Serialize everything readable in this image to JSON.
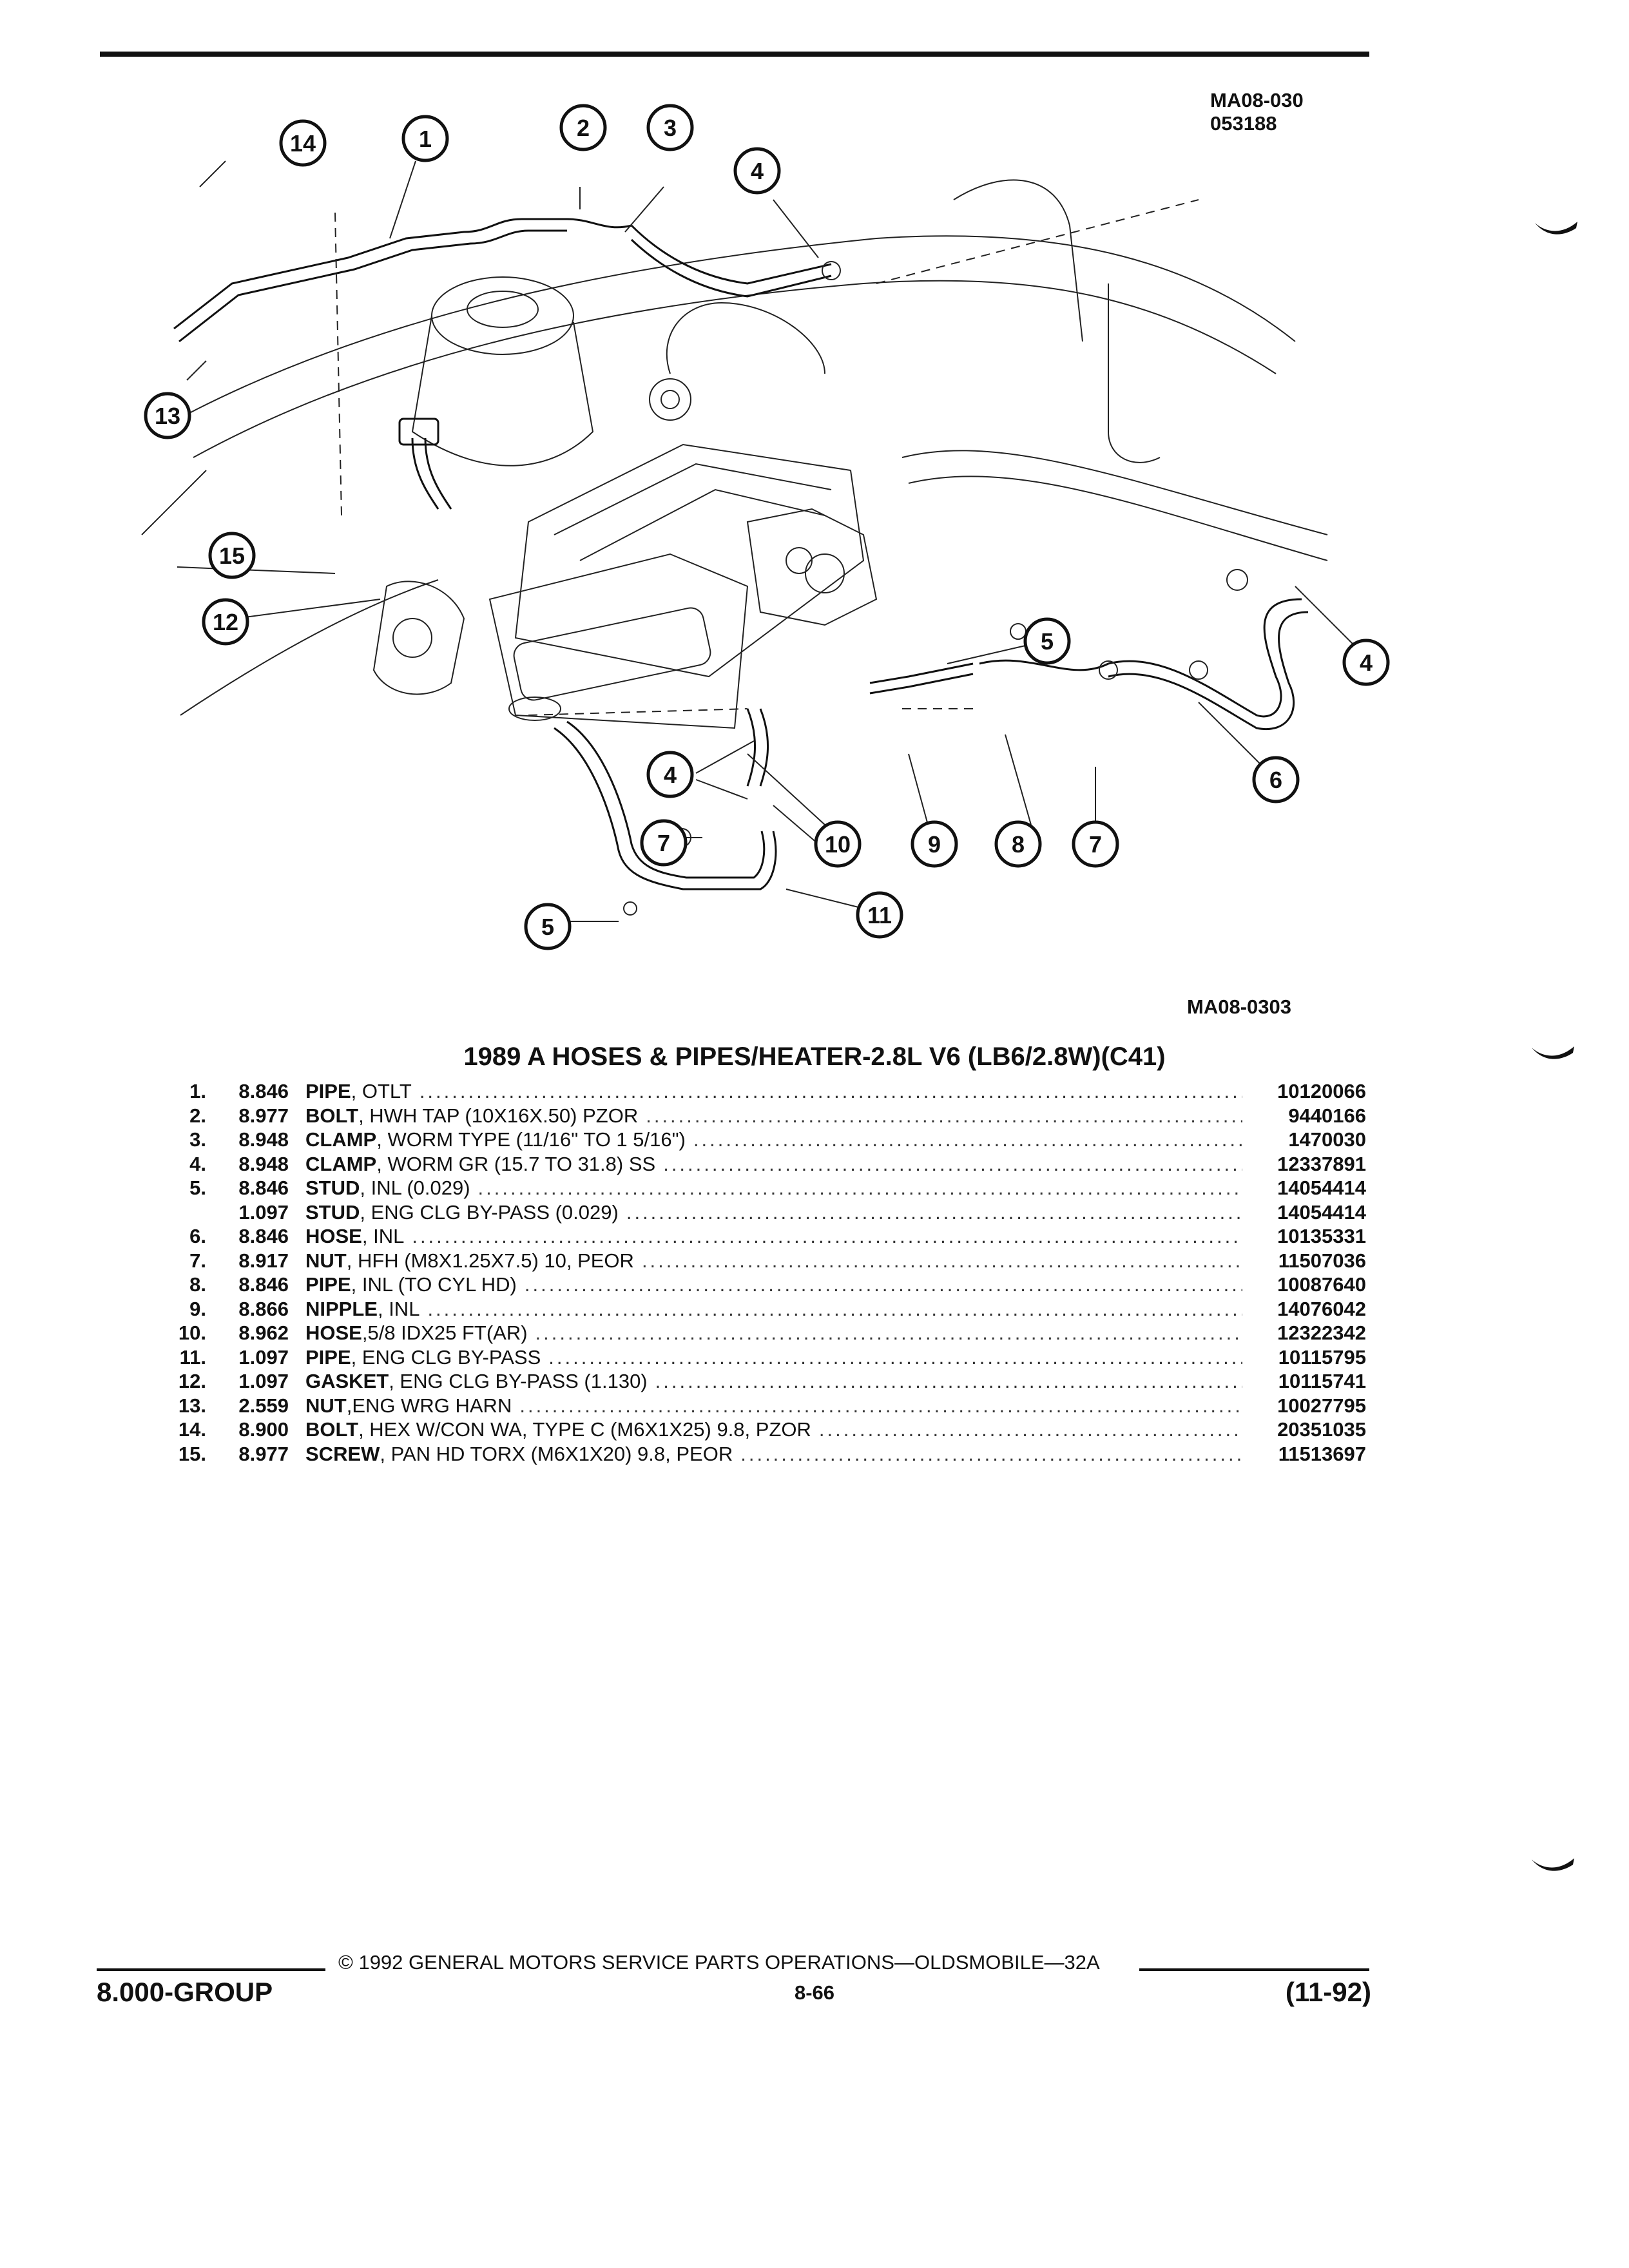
{
  "figure": {
    "code_top_1": "MA08-030",
    "code_top_2": "053188",
    "code_bottom": "MA08-0303",
    "callouts": [
      "1",
      "2",
      "3",
      "4",
      "5",
      "6",
      "7",
      "8",
      "9",
      "10",
      "11",
      "12",
      "13",
      "14",
      "15"
    ]
  },
  "title": "1989 A HOSES & PIPES/HEATER-2.8L V6 (LB6/2.8W)(C41)",
  "parts": [
    {
      "num": "1.",
      "code": "8.846",
      "noun": "PIPE",
      "desc": ", OTLT",
      "pn": "10120066"
    },
    {
      "num": "2.",
      "code": "8.977",
      "noun": "BOLT",
      "desc": ", HWH TAP (10X16X.50) PZOR",
      "pn": "9440166"
    },
    {
      "num": "3.",
      "code": "8.948",
      "noun": "CLAMP",
      "desc": ", WORM TYPE (11/16\" TO 1 5/16\")",
      "pn": "1470030"
    },
    {
      "num": "4.",
      "code": "8.948",
      "noun": "CLAMP",
      "desc": ", WORM GR (15.7 TO 31.8) SS",
      "pn": "12337891"
    },
    {
      "num": "5.",
      "code": "8.846",
      "noun": "STUD",
      "desc": ", INL (0.029)",
      "pn": "14054414"
    },
    {
      "num": "",
      "code": "1.097",
      "noun": "STUD",
      "desc": ", ENG CLG BY-PASS (0.029)",
      "pn": "14054414"
    },
    {
      "num": "6.",
      "code": "8.846",
      "noun": "HOSE",
      "desc": ", INL",
      "pn": "10135331"
    },
    {
      "num": "7.",
      "code": "8.917",
      "noun": "NUT",
      "desc": ", HFH (M8X1.25X7.5) 10, PEOR",
      "pn": "11507036"
    },
    {
      "num": "8.",
      "code": "8.846",
      "noun": "PIPE",
      "desc": ", INL (TO CYL HD)",
      "pn": "10087640"
    },
    {
      "num": "9.",
      "code": "8.866",
      "noun": "NIPPLE",
      "desc": ", INL",
      "pn": "14076042"
    },
    {
      "num": "10.",
      "code": "8.962",
      "noun": "HOSE",
      "desc": ",5/8 IDX25 FT(AR)",
      "pn": "12322342"
    },
    {
      "num": "11.",
      "code": "1.097",
      "noun": "PIPE",
      "desc": ", ENG CLG BY-PASS",
      "pn": "10115795"
    },
    {
      "num": "12.",
      "code": "1.097",
      "noun": "GASKET",
      "desc": ", ENG CLG BY-PASS (1.130)",
      "pn": "10115741"
    },
    {
      "num": "13.",
      "code": "2.559",
      "noun": "NUT",
      "desc": ",ENG WRG HARN",
      "pn": "10027795"
    },
    {
      "num": "14.",
      "code": "8.900",
      "noun": "BOLT",
      "desc": ", HEX W/CON WA, TYPE C (M6X1X25) 9.8, PZOR",
      "pn": "20351035"
    },
    {
      "num": "15.",
      "code": "8.977",
      "noun": "SCREW",
      "desc": ", PAN HD TORX (M6X1X20) 9.8, PEOR",
      "pn": "11513697"
    }
  ],
  "footer": {
    "copyright": "© 1992 GENERAL MOTORS SERVICE PARTS OPERATIONS—OLDSMOBILE—32A",
    "group": "8.000-GROUP",
    "page": "8-66",
    "date": "(11-92)"
  }
}
